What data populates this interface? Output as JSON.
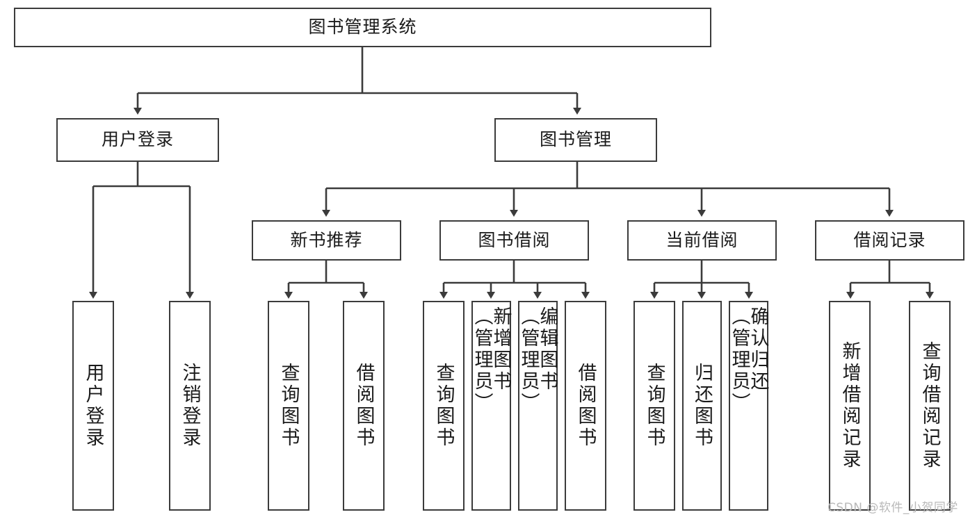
{
  "diagram": {
    "type": "tree",
    "title": "图书管理系统",
    "root": {
      "id": "root",
      "label": "图书管理系统"
    },
    "level2": [
      {
        "id": "user-login",
        "label": "用户登录"
      },
      {
        "id": "book-manage",
        "label": "图书管理"
      }
    ],
    "level3": [
      {
        "id": "new-book-rec",
        "label": "新书推荐"
      },
      {
        "id": "book-borrow",
        "label": "图书借阅"
      },
      {
        "id": "current-borrow",
        "label": "当前借阅"
      },
      {
        "id": "borrow-record",
        "label": "借阅记录"
      }
    ],
    "leaves": {
      "user_login": [
        {
          "id": "leaf-user-login",
          "label": "用户登录"
        },
        {
          "id": "leaf-logout",
          "label": "注销登录"
        }
      ],
      "new_book_rec": [
        {
          "id": "leaf-query-book-1",
          "label": "查询图书"
        },
        {
          "id": "leaf-borrow-book-1",
          "label": "借阅图书"
        }
      ],
      "book_borrow": [
        {
          "id": "leaf-query-book-2",
          "label": "查询图书"
        },
        {
          "id": "leaf-add-book",
          "label": "新增图书\n（管理员）"
        },
        {
          "id": "leaf-edit-book",
          "label": "编辑图书\n（管理员）"
        },
        {
          "id": "leaf-borrow-book-2",
          "label": "借阅图书"
        }
      ],
      "current_borrow": [
        {
          "id": "leaf-query-book-3",
          "label": "查询图书"
        },
        {
          "id": "leaf-return-book",
          "label": "归还图书"
        },
        {
          "id": "leaf-confirm-return",
          "label": "确认归还\n（管理员）"
        }
      ],
      "borrow_record": [
        {
          "id": "leaf-add-record",
          "label": "新增借阅记录"
        },
        {
          "id": "leaf-query-record",
          "label": "查询借阅记录"
        }
      ]
    }
  },
  "watermark": {
    "text": "CSDN @软件_小贺同学"
  },
  "colors": {
    "stroke": "#3b3b3b",
    "fill": "#ffffff",
    "text": "#1a1a1a",
    "watermark": "#b9b9b9"
  }
}
